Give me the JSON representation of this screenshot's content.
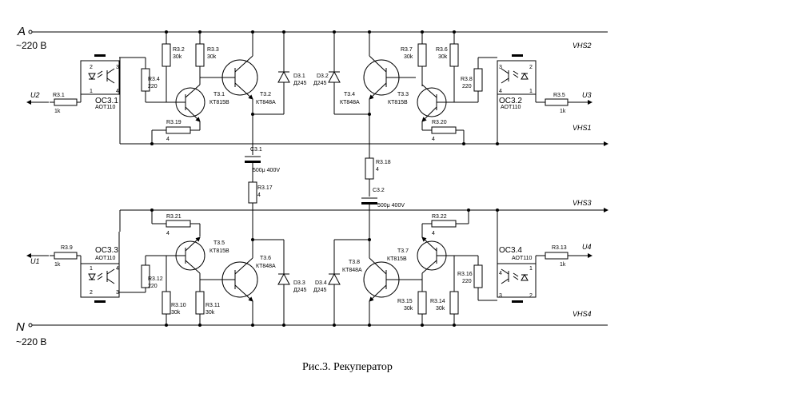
{
  "nodes": {
    "A": "A",
    "A_v": "~220 В",
    "N": "N",
    "N_v": "~220 В",
    "VHS1": "VHS1",
    "VHS2": "VHS2",
    "VHS3": "VHS3",
    "VHS4": "VHS4",
    "U1": "U1",
    "U2": "U2",
    "U3": "U3",
    "U4": "U4"
  },
  "parts": {
    "OC31": "ОС3.1",
    "OC32": "ОС3.2",
    "OC33": "ОС3.3",
    "OC34": "ОС3.4",
    "AOT": "АОТ110",
    "R31": "R3.1",
    "R32": "R3.2",
    "R33": "R3.3",
    "R34": "R3.4",
    "R35": "R3.5",
    "R36": "R3.6",
    "R37": "R3.7",
    "R38": "R3.8",
    "R39": "R3.9",
    "R310": "R3.10",
    "R311": "R3.11",
    "R312": "R3.12",
    "R313": "R3.13",
    "R314": "R3.14",
    "R315": "R3.15",
    "R316": "R3.16",
    "R317": "R3.17",
    "R318": "R3.18",
    "R319": "R3.19",
    "R320": "R3.20",
    "R321": "R3.21",
    "R322": "R3.22",
    "v1k": "1k",
    "v30k": "30k",
    "v220": "220",
    "v4": "4",
    "T31": "Т3.1",
    "T32": "Т3.2",
    "T33": "Т3.3",
    "T34": "Т3.4",
    "T35": "Т3.5",
    "T36": "Т3.6",
    "T37": "Т3.7",
    "T38": "Т3.8",
    "KT815": "КТ815В",
    "KT848": "КТ848А",
    "D31": "D3.1",
    "D32": "D3.2",
    "D33": "D3.3",
    "D34": "D3.4",
    "D245": "Д245",
    "C31": "C3.1",
    "C32": "C3.2",
    "C_val": "500μ 400V",
    "p1": "1",
    "p2": "2",
    "p3": "3",
    "p4": "4"
  },
  "caption": "Рис.3. Рекуператор"
}
